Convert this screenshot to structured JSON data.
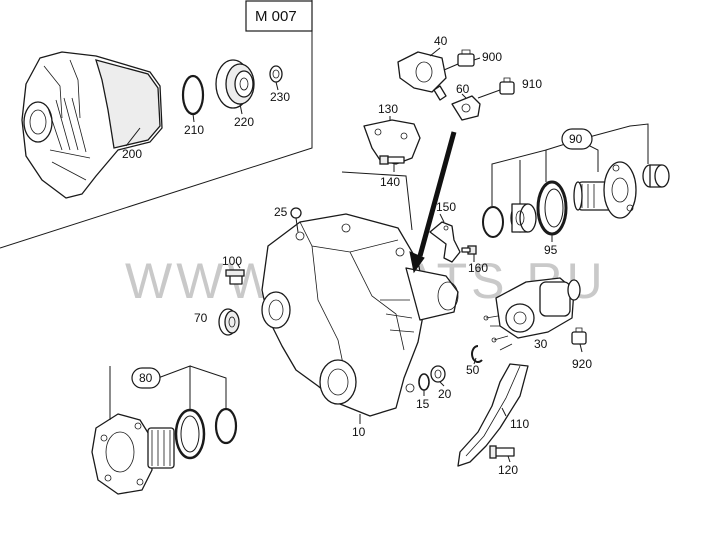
{
  "diagram": {
    "group_code": "M 007",
    "watermark": "WWW.ELCATS.RU",
    "callouts": {
      "c10": "10",
      "c15": "15",
      "c20": "20",
      "c25": "25",
      "c30": "30",
      "c40": "40",
      "c50": "50",
      "c60": "60",
      "c70": "70",
      "c80": "80",
      "c90": "90",
      "c95": "95",
      "c100": "100",
      "c110": "110",
      "c120": "120",
      "c130": "130",
      "c140": "140",
      "c150": "150",
      "c160": "160",
      "c200": "200",
      "c210": "210",
      "c220": "220",
      "c230": "230",
      "c900": "900",
      "c910": "910",
      "c920": "920"
    }
  }
}
